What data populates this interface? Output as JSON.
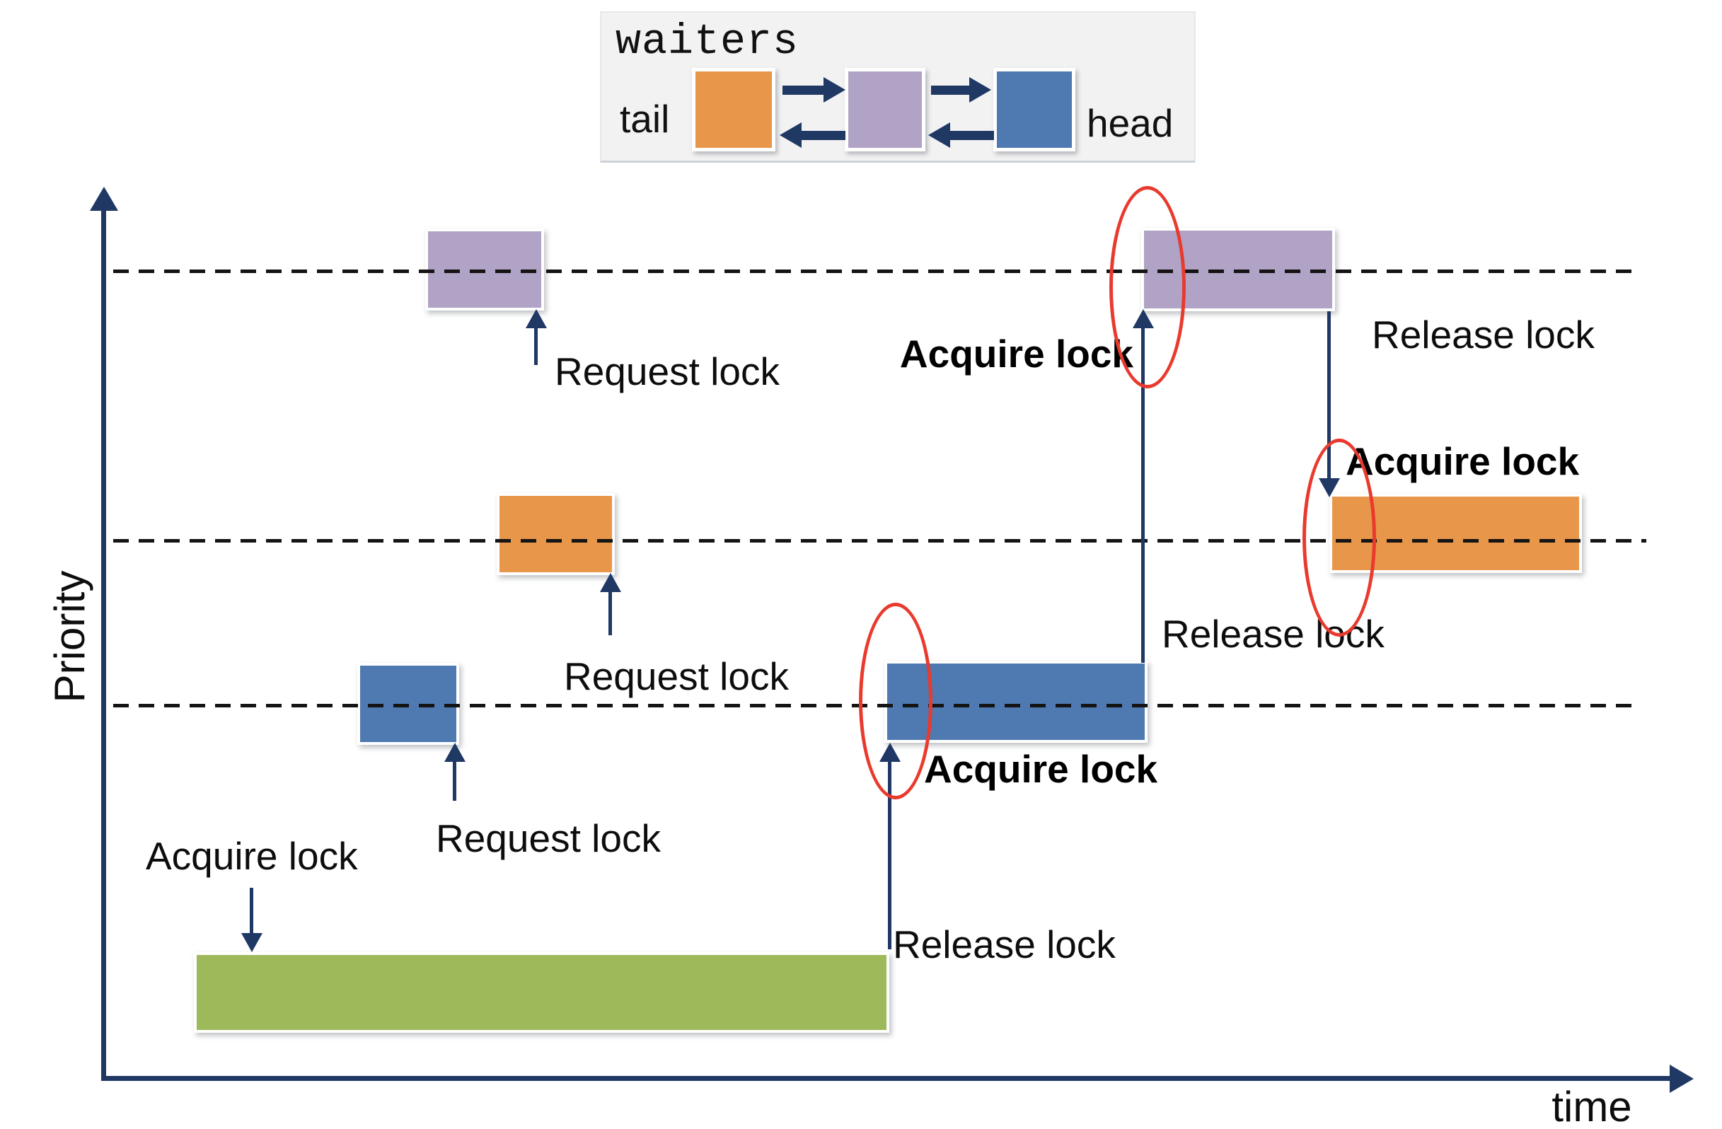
{
  "waiters_panel": {
    "title": "waiters",
    "tail_label": "tail",
    "head_label": "head",
    "queue_order": [
      "orange",
      "purple",
      "blue"
    ]
  },
  "axes": {
    "y_label": "Priority",
    "x_label": "time"
  },
  "annotations": {
    "request_lock_purple": "Request lock",
    "request_lock_orange": "Request lock",
    "request_lock_blue": "Request lock",
    "acquire_lock_green": "Acquire lock",
    "acquire_lock_blue": "Acquire lock",
    "acquire_lock_purple": "Acquire lock",
    "acquire_lock_orange": "Acquire lock",
    "release_lock_green": "Release lock",
    "release_lock_blue_to_purple": "Release lock",
    "release_lock_purple_to_orange": "Release lock"
  },
  "timeline": {
    "priority_levels": 3,
    "boxes": [
      {
        "name": "purple-waiting",
        "color": "purple",
        "row": "high-priority"
      },
      {
        "name": "purple-running",
        "color": "purple",
        "row": "high-priority"
      },
      {
        "name": "orange-waiting",
        "color": "orange",
        "row": "medium-priority"
      },
      {
        "name": "orange-running",
        "color": "orange",
        "row": "medium-priority"
      },
      {
        "name": "blue-waiting",
        "color": "blue",
        "row": "low-priority"
      },
      {
        "name": "blue-running",
        "color": "blue",
        "row": "low-priority"
      },
      {
        "name": "green-running",
        "color": "green",
        "row": "lowest"
      }
    ],
    "highlight_circles": 3
  },
  "colors": {
    "orange": "#E8964A",
    "purple": "#B1A3C5",
    "blue": "#4F79B1",
    "green": "#9DB959",
    "arrow_navy": "#1F3864",
    "highlight_red": "#E93A2E",
    "dashed_line": "#141414",
    "panel_bg": "#F2F2F2"
  }
}
